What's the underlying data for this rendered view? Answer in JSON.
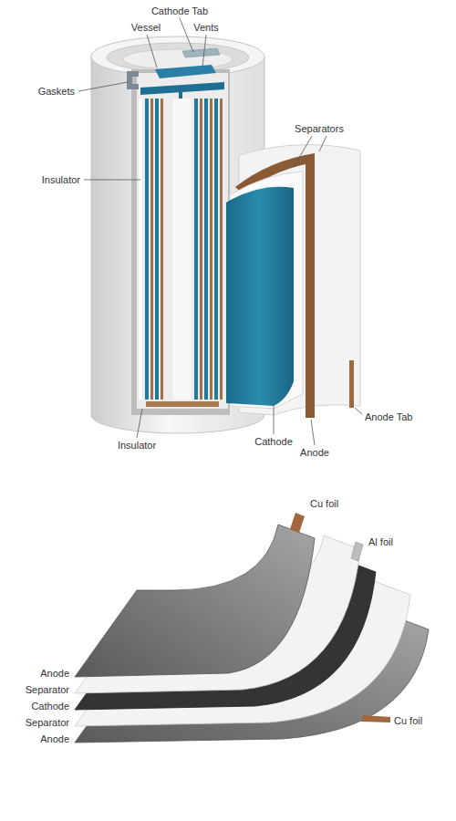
{
  "diagram": {
    "labels": [
      "Cathode Tab",
      "Vessel",
      "Vents",
      "Separators",
      "Gaskets",
      "Insulator",
      "Insulator",
      "Cathode",
      "Anode",
      "Anode Tab",
      "Cu foil",
      "Al foil",
      "Anode",
      "Separator",
      "Cathode",
      "Separator",
      "Anode",
      "Cu foil"
    ]
  }
}
